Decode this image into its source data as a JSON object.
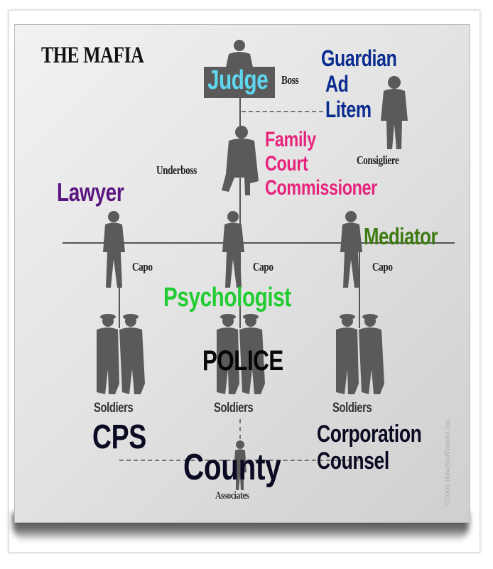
{
  "title": "THE MAFIA",
  "roles": {
    "boss": "Boss",
    "underboss": "Underboss",
    "consigliere": "Consigliere",
    "capo": "Capo",
    "soldiers": "Soldiers",
    "associates": "Associates"
  },
  "overlays": {
    "judge": "Judge",
    "guardian": [
      "Guardian",
      "Ad",
      "Litem"
    ],
    "family_court": [
      "Family",
      "Court",
      "Commissioner"
    ],
    "lawyer": "Lawyer",
    "mediator": "Mediator",
    "psychologist": "Psychologist",
    "police": "POLICE",
    "cps": "CPS",
    "corporation": [
      "Corporation",
      "Counsel"
    ],
    "county": "County"
  },
  "copyright": "©2005 HowStuffWorks Inc.",
  "colors": {
    "judge": "#5fd8ef",
    "guardian": "#0b2d8f",
    "family_court": "#e8237c",
    "lawyer": "#5a1580",
    "mediator": "#3d7a12",
    "psychologist": "#22cc33",
    "dark": "#0a0a22",
    "figure": "#5a5a5a"
  }
}
